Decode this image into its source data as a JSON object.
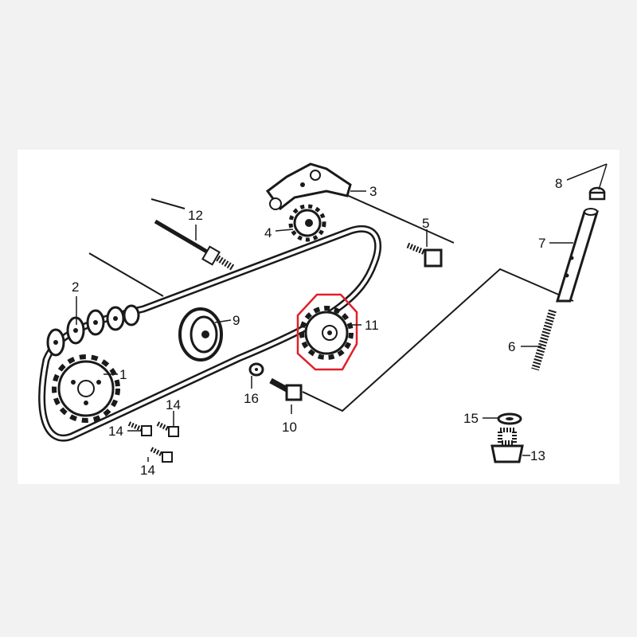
{
  "diagram": {
    "background_color": "#f2f2f2",
    "panel_color": "#ffffff",
    "ink_color": "#1a1a1a",
    "highlight_color": "#e0202a",
    "highlighted_part": "11",
    "callouts": {
      "p1": "1",
      "p2": "2",
      "p3": "3",
      "p4": "4",
      "p5": "5",
      "p6": "6",
      "p7": "7",
      "p8": "8",
      "p9": "9",
      "p10": "10",
      "p11": "11",
      "p12": "12",
      "p13": "13",
      "p14a": "14",
      "p14b": "14",
      "p14c": "14",
      "p15": "15",
      "p16": "16"
    }
  }
}
